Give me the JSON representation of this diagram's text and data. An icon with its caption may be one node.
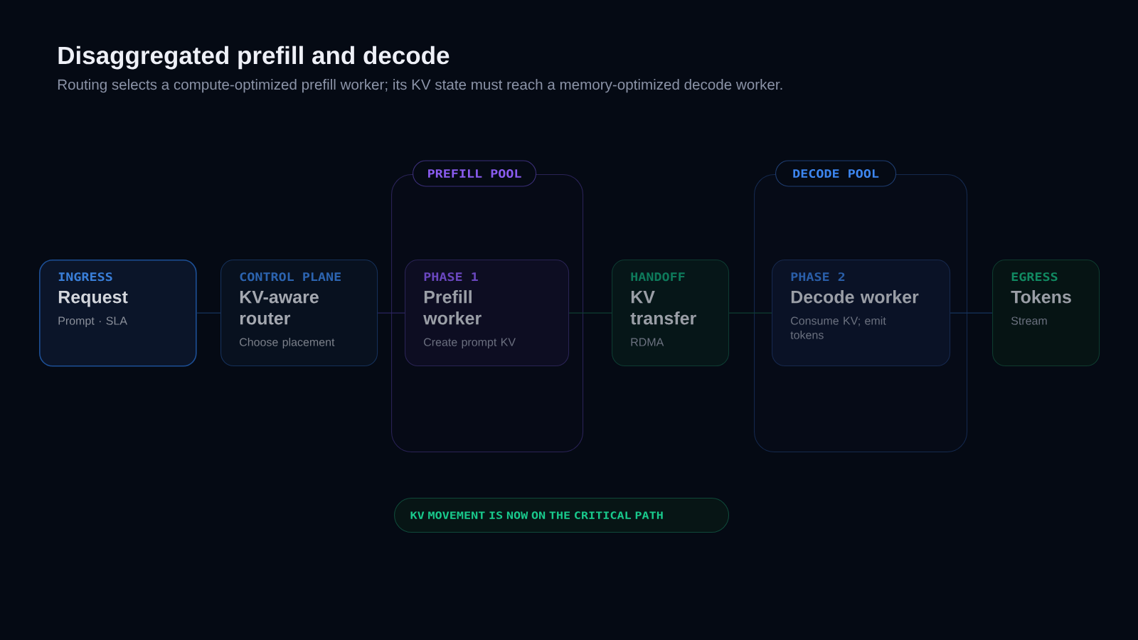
{
  "diagram": {
    "title": "Disaggregated prefill and decode",
    "nodes": [
      {
        "text": [
          "INGRESS",
          "Request",
          "Prompt · SLA"
        ]
      },
      {
        "text": [
          "CONTROL PLANE",
          "KV-aware router",
          "Choose placement"
        ]
      },
      {
        "text": [
          "PREFILL POOL"
        ]
      },
      {
        "text": [
          "PHASE 1",
          "Prefill worker",
          "Create prompt KV"
        ],
        "in": 2
      },
      {
        "text": [
          "HANDOFF",
          "KV transfer",
          "RDMA"
        ]
      },
      {
        "text": [
          "DECODE POOL"
        ]
      },
      {
        "text": [
          "PHASE 2",
          "Decode worker",
          "Consume KV; emit tokens"
        ],
        "in": 5
      },
      {
        "text": [
          "EGRESS",
          "Tokens",
          "Stream"
        ]
      },
      {
        "text": [
          "KV MOVEMENT IS NOW ON THE CRITICAL PATH"
        ]
      }
    ],
    "edges": [
      {
        "from": 0,
        "to": 1,
        "arrow": "none",
        "color": "#16345e"
      },
      {
        "from": 1,
        "to": 3,
        "arrow": "none",
        "color": "#2b2560"
      },
      {
        "from": 3,
        "to": 4,
        "arrow": "none",
        "color": "#0f3f33"
      },
      {
        "from": 4,
        "to": 6,
        "arrow": "none",
        "color": "#0f3f33"
      },
      {
        "from": 6,
        "to": 7,
        "arrow": "none",
        "color": "#16345e"
      }
    ],
    "labels": [
      "Routing selects a compute-optimized prefill worker; its KV state must reach a memory-optimized decode worker."
    ]
  }
}
